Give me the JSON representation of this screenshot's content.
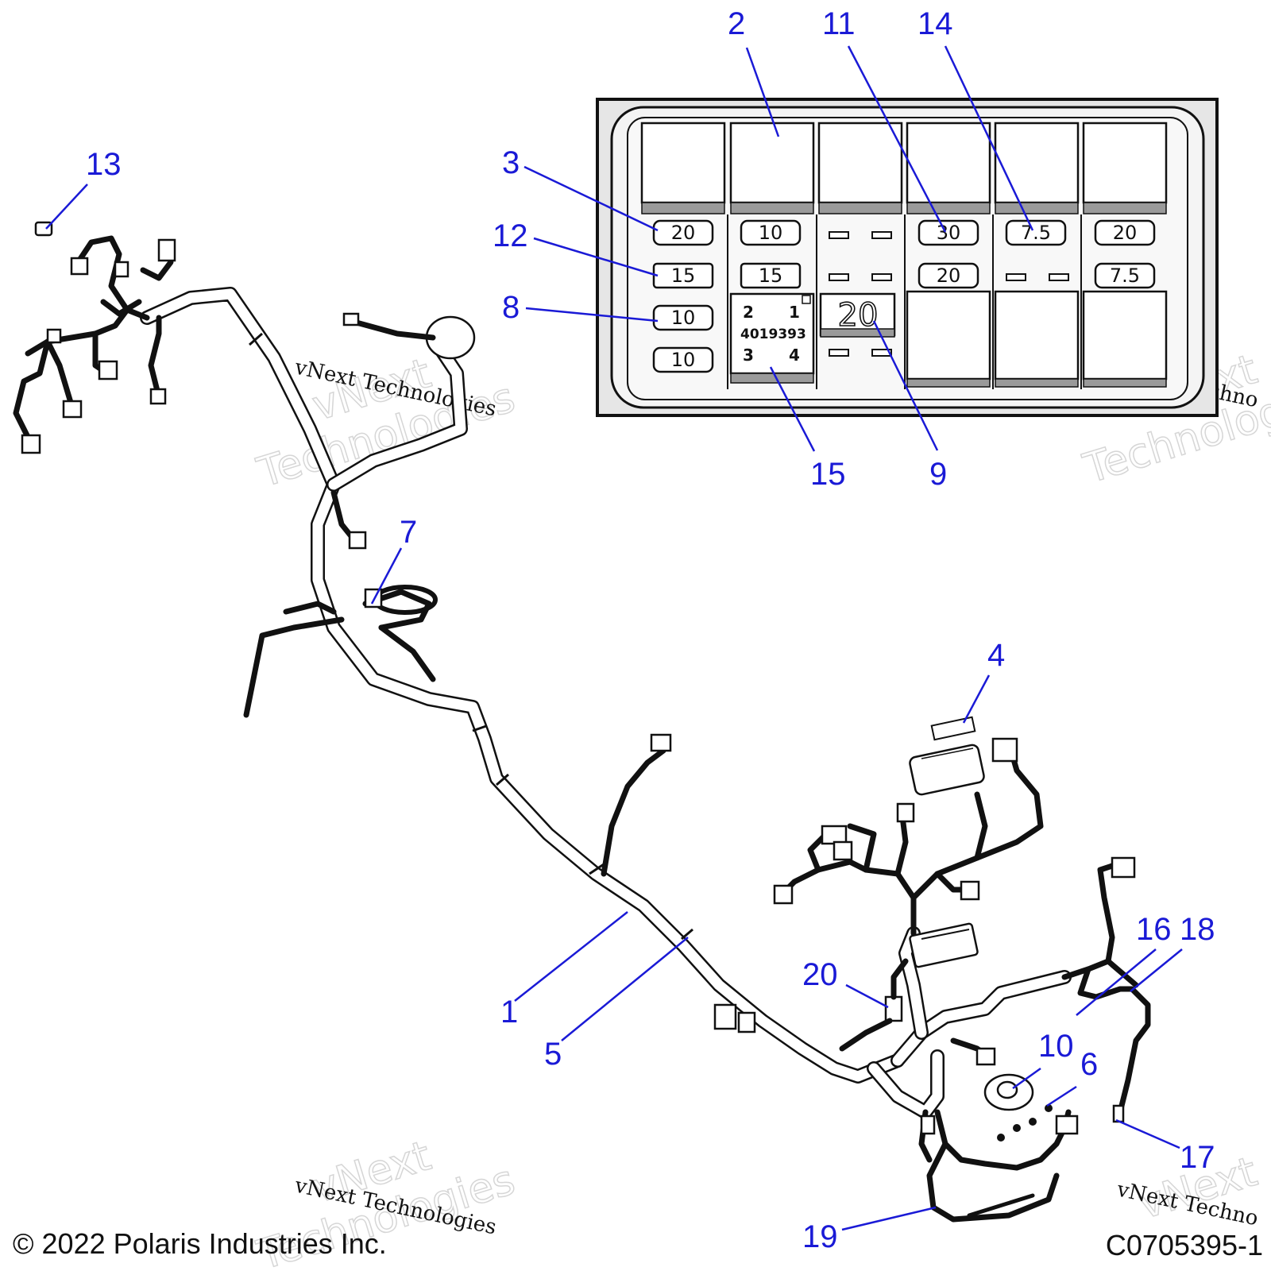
{
  "callouts": {
    "c1": "1",
    "c2": "2",
    "c3": "3",
    "c4": "4",
    "c5": "5",
    "c6": "6",
    "c7": "7",
    "c8": "8",
    "c9": "9",
    "c10": "10",
    "c11": "11",
    "c12": "12",
    "c13": "13",
    "c14": "14",
    "c15": "15",
    "c16": "16",
    "c17": "17",
    "c18": "18",
    "c19": "19",
    "c20": "20"
  },
  "fuse_box": {
    "row1": [
      "20",
      "10",
      "30",
      "7.5",
      "20"
    ],
    "row2": [
      "15",
      "15",
      "20",
      "7.5"
    ],
    "row3": [
      "10"
    ],
    "row4": [
      "10"
    ],
    "large_fuse": "20",
    "relay": {
      "pin2": "2",
      "pin1": "1",
      "part_number": "4019393",
      "pin3": "3",
      "pin4": "4"
    }
  },
  "watermark": {
    "line1": "vNext",
    "line2": "Technologies",
    "caption": "vNext Technologies",
    "caption_short": "vNext Techno"
  },
  "footer": {
    "copyright": "© 2022 Polaris Industries Inc.",
    "figure_code": "C0705395-1"
  },
  "colors": {
    "callout": "#1a1ad6",
    "line_art": "#111111"
  }
}
